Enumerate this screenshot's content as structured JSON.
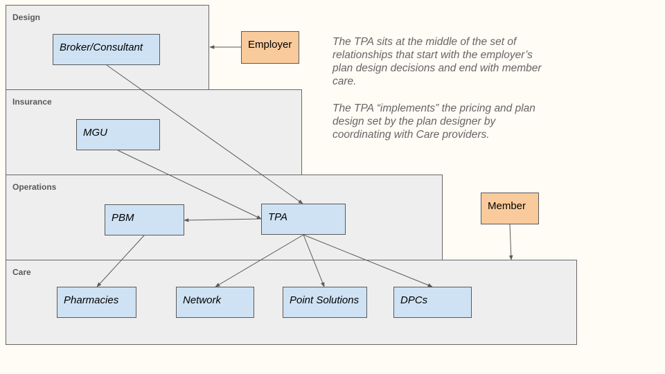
{
  "layers": {
    "design": "Design",
    "insurance": "Insurance",
    "operations": "Operations",
    "care": "Care"
  },
  "entities": {
    "broker": "Broker/Consultant",
    "mgu": "MGU",
    "pbm": "PBM",
    "tpa": "TPA",
    "pharmacies": "Pharmacies",
    "network": "Network",
    "point_solutions": "Point Solutions",
    "dpcs": "DPCs"
  },
  "actors": {
    "employer": "Employer",
    "member": "Member"
  },
  "notes": {
    "paragraph1": "The TPA sits at the middle of the set of relationships that start with the employer’s plan design decisions and end with member care.",
    "paragraph2": "The TPA “implements” the pricing and plan design set by the plan designer by coordinating with Care providers."
  },
  "colors": {
    "layer_fill": "#eeeeee",
    "entity_fill": "#cfe2f3",
    "actor_fill": "#f9cb9c",
    "arrow": "#595959",
    "note_text": "#666666"
  }
}
